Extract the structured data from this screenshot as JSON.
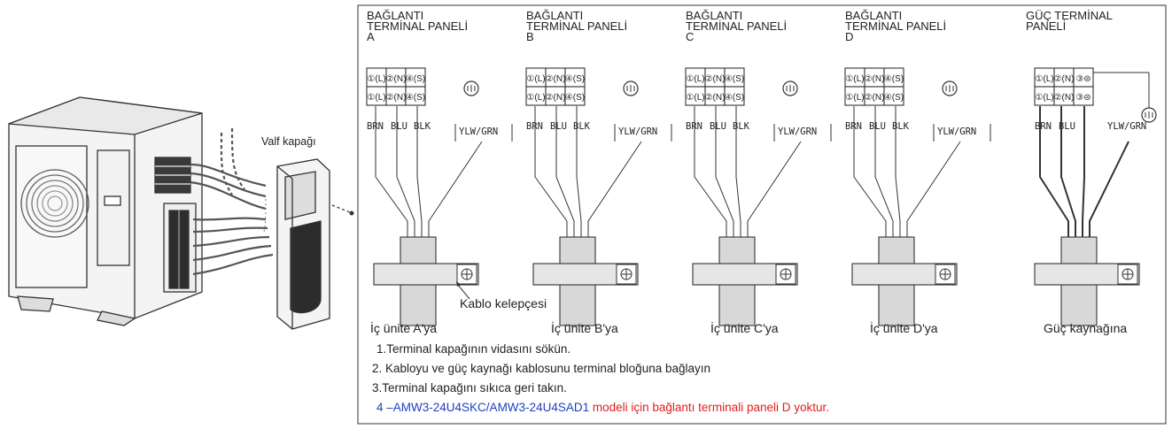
{
  "valve_cover_label": "Valf kapağı",
  "cable_clamp_label": "Kablo kelepçesi",
  "wire_colors": {
    "brn": "BRN",
    "blu": "BLU",
    "blk": "BLK",
    "ylw": "YLW/GRN"
  },
  "panels": [
    {
      "title": [
        "BAĞLANTI",
        "TERMİNAL PANELİ",
        "A"
      ],
      "destination": "İç ünite A'ya",
      "terminals": [
        "①(L)",
        "②(N)",
        "④(S)"
      ]
    },
    {
      "title": [
        "BAĞLANTI",
        "TERMİNAL PANELİ",
        "B"
      ],
      "destination": "İç ünite B'ya",
      "terminals": [
        "①(L)",
        "②(N)",
        "④(S)"
      ]
    },
    {
      "title": [
        "BAĞLANTI",
        "TERMİNAL PANELİ",
        "C"
      ],
      "destination": "İç ünite C'ya",
      "terminals": [
        "①(L)",
        "②(N)",
        "④(S)"
      ]
    },
    {
      "title": [
        "BAĞLANTI",
        "TERMİNAL PANELİ",
        "D"
      ],
      "destination": "İç ünite D'ya",
      "terminals": [
        "①(L)",
        "②(N)",
        "④(S)"
      ]
    },
    {
      "title": [
        "GÜÇ TERMİNAL",
        "PANELİ"
      ],
      "destination": "Güç kaynağına",
      "terminals": [
        "①(L)",
        "②(N)",
        "③⊜"
      ]
    }
  ],
  "instructions": {
    "step1": "1.Terminal kapağının vidasını sökün.",
    "step2": "2. Kabloyu ve güç kaynağı kablosunu terminal bloğuna bağlayın",
    "step3": "3.Terminal kapağını sıkıca geri takın.",
    "step4_prefix": "4 –",
    "step4_models": "AMW3-24U4SKC/AMW3-24U4SAD1",
    "step4_rest": " modeli için bağlantı terminali paneli D yoktur."
  },
  "colors": {
    "models_blue": "#1f3fbf",
    "note_red": "#e0201a",
    "clamp_fill": "#d8d8d8"
  }
}
